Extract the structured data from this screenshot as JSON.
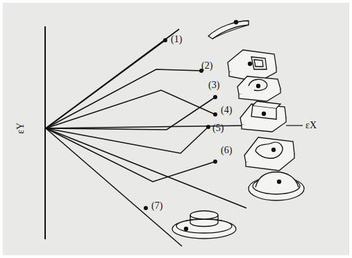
{
  "diagram": {
    "labels": [
      "εY",
      "(1)",
      "(2)",
      "(3)",
      "(4)",
      "εX",
      "(5)",
      "(6)",
      "(7)"
    ]
  }
}
